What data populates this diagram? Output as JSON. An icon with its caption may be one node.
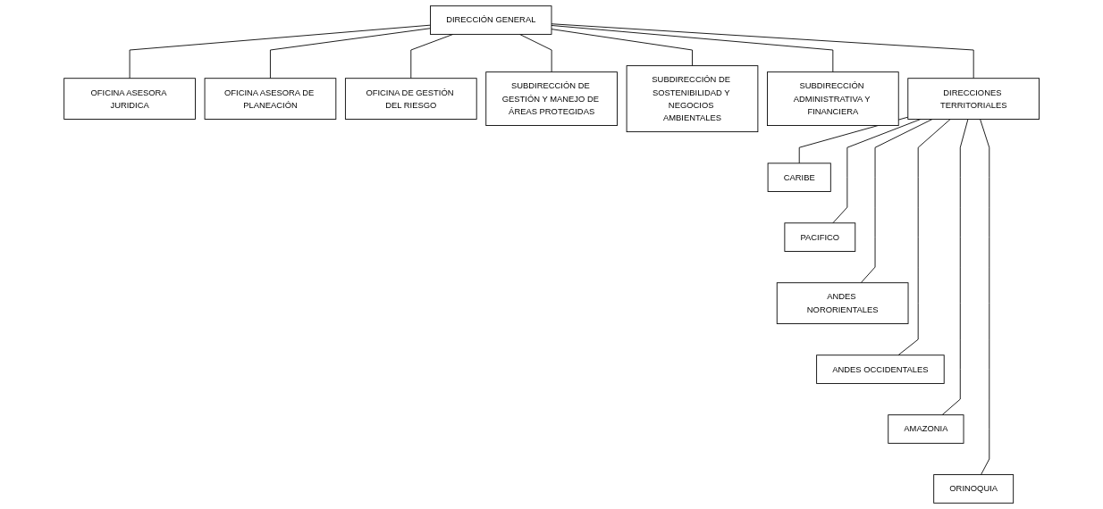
{
  "diagram": {
    "nodes": [
      {
        "text": [
          "DIRECCIÓN GENERAL"
        ]
      },
      {
        "text": [
          "OFICINA ASESORA JURIDICA"
        ]
      },
      {
        "text": [
          "OFICINA ASESORA DE PLANEACIÓN"
        ]
      },
      {
        "text": [
          "OFICINA DE GESTIÓN DEL RIESGO"
        ]
      },
      {
        "text": [
          "SUBDIRECCIÓN DE GESTIÓN Y MANEJO DE ÁREAS PROTEGIDAS"
        ]
      },
      {
        "text": [
          "SUBDIRECCIÓN DE SOSTENIBILIDAD Y NEGOCIOS AMBIENTALES"
        ]
      },
      {
        "text": [
          "SUBDIRECCIÓN ADMINISTRATIVA Y FINANCIERA"
        ]
      },
      {
        "text": [
          "DIRECCIONES TERRITORIALES"
        ]
      },
      {
        "text": [
          "CARIBE"
        ]
      },
      {
        "text": [
          "PACIFICO"
        ]
      },
      {
        "text": [
          "ANDES NORORIENTALES"
        ]
      },
      {
        "text": [
          "ANDES OCCIDENTALES"
        ]
      },
      {
        "text": [
          "AMAZONIA"
        ]
      },
      {
        "text": [
          "ORINOQUIA"
        ]
      }
    ],
    "edges": [
      {
        "from": 0,
        "to": 1,
        "arrow": "none"
      },
      {
        "from": 0,
        "to": 2,
        "arrow": "none"
      },
      {
        "from": 0,
        "to": 3,
        "arrow": "none"
      },
      {
        "from": 0,
        "to": 4,
        "arrow": "none"
      },
      {
        "from": 0,
        "to": 5,
        "arrow": "none"
      },
      {
        "from": 0,
        "to": 6,
        "arrow": "none"
      },
      {
        "from": 0,
        "to": 7,
        "arrow": "none"
      },
      {
        "from": 7,
        "to": 8,
        "arrow": "none"
      },
      {
        "from": 7,
        "to": 9,
        "arrow": "none"
      },
      {
        "from": 7,
        "to": 10,
        "arrow": "none"
      },
      {
        "from": 7,
        "to": 11,
        "arrow": "none"
      },
      {
        "from": 7,
        "to": 12,
        "arrow": "none"
      },
      {
        "from": 7,
        "to": 13,
        "arrow": "none"
      }
    ]
  }
}
